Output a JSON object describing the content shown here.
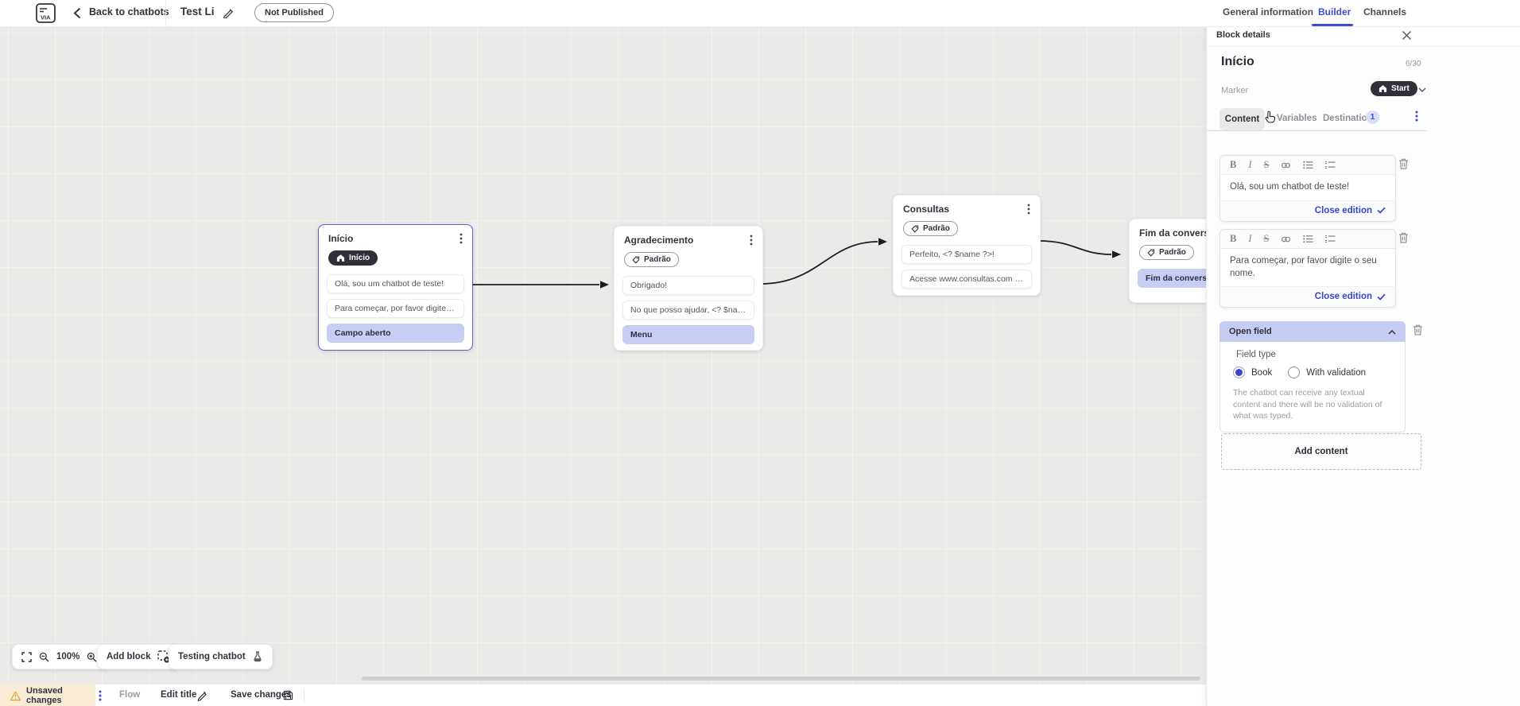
{
  "topbar": {
    "logo_text": "VIA",
    "back_label": "Back to chatbots",
    "chatbot_title": "Test Li",
    "status_badge": "Not Published",
    "tabs": [
      {
        "label": "General information",
        "active": false
      },
      {
        "label": "Builder",
        "active": true
      },
      {
        "label": "Channels",
        "active": false
      }
    ]
  },
  "canvas": {
    "zoom_level": "100%",
    "add_block_label": "Add block",
    "testing_chatbot_label": "Testing chatbot",
    "blocks": [
      {
        "title": "Início",
        "marker": "Início",
        "marker_style": "dark-start",
        "items": [
          {
            "text": "Olá, sou um chatbot de teste!",
            "highlight": false
          },
          {
            "text": "Para começar, por favor digite o ...",
            "highlight": false
          },
          {
            "text": "Campo aberto",
            "highlight": true
          }
        ]
      },
      {
        "title": "Agradecimento",
        "marker": "Padrão",
        "marker_style": "outline",
        "items": [
          {
            "text": "Obrigado!",
            "highlight": false
          },
          {
            "text": "No que posso ajudar, <? $name ...",
            "highlight": false
          },
          {
            "text": "Menu",
            "highlight": true
          }
        ]
      },
      {
        "title": "Consultas",
        "marker": "Padrão",
        "marker_style": "outline",
        "items": [
          {
            "text": "Perfeito, <? $name ?>!",
            "highlight": false
          },
          {
            "text": "Acesse www.consultas.com par...",
            "highlight": false
          }
        ]
      },
      {
        "title": "Fim da conversa",
        "marker": "Padrão",
        "marker_style": "outline",
        "items": [
          {
            "text": "Fim da conversa",
            "highlight": true
          }
        ]
      }
    ]
  },
  "panel": {
    "header": "Block details",
    "block_name": "Início",
    "name_counter": "6/30",
    "marker_label": "Marker",
    "marker_value": "Start",
    "tabs": [
      {
        "label": "Content",
        "active": true
      },
      {
        "label": "Variables",
        "active": false
      },
      {
        "label": "Destination",
        "active": false,
        "badge": "1"
      }
    ],
    "rich_toolbar": {
      "bold": "B",
      "italic": "I",
      "strike": "S"
    },
    "editors": [
      {
        "text": "Olá, sou um chatbot de teste!",
        "close_label": "Close edition"
      },
      {
        "text": "Para começar, por favor digite o seu nome.",
        "close_label": "Close edition"
      }
    ],
    "open_field": {
      "title": "Open field",
      "field_type_label": "Field type",
      "options": [
        {
          "label": "Book",
          "selected": true
        },
        {
          "label": "With validation",
          "selected": false
        }
      ],
      "description": "The chatbot can receive any textual content and there will be no validation of what was typed."
    },
    "add_content_label": "Add content"
  },
  "statusbar": {
    "unsaved_label": "Unsaved changes",
    "flow_label": "Flow",
    "edit_title_label": "Edit title",
    "save_label": "Save changes"
  },
  "colors": {
    "accent": "#3b4bd8",
    "highlight": "#c7cdf3",
    "dark_pill": "#30303b",
    "selected_block_border": "#655bc8",
    "warning_bg": "#f8ecd4",
    "warning_icon": "#e2a63d",
    "canvas_bg": "#eceae8"
  }
}
